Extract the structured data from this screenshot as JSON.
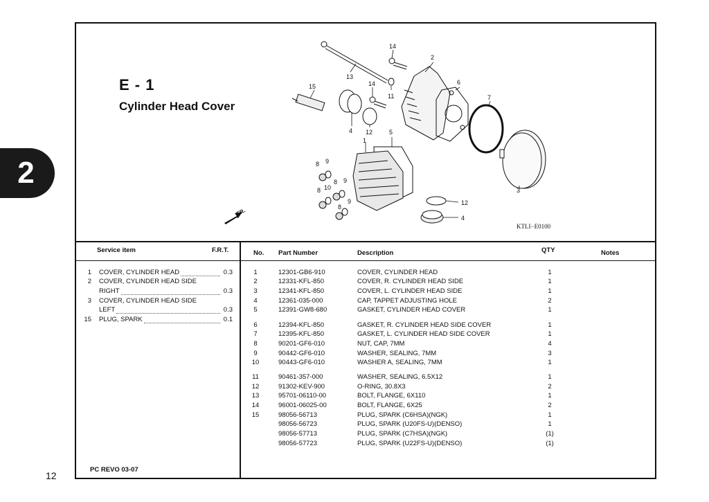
{
  "section_tab": "2",
  "page_number": "12",
  "title": {
    "code": "E - 1",
    "name": "Cylinder Head Cover"
  },
  "diagram": {
    "ref_code": "KTLI−E0100",
    "front_label": "FR.",
    "callouts": [
      "14",
      "2",
      "13",
      "6",
      "7",
      "15",
      "14",
      "11",
      "4",
      "12",
      "5",
      "1",
      "3",
      "8",
      "9",
      "10",
      "8",
      "9",
      "8",
      "9",
      "8",
      "12",
      "4"
    ]
  },
  "service_table": {
    "headers": {
      "item": "Service item",
      "frt": "F.R.T."
    },
    "rows": [
      {
        "no": "1",
        "desc": "COVER, CYLINDER HEAD",
        "frt": "0.3"
      },
      {
        "no": "2",
        "desc": "COVER, CYLINDER HEAD SIDE",
        "frt": ""
      },
      {
        "no": "",
        "desc": "RIGHT",
        "frt": "0.3"
      },
      {
        "no": "3",
        "desc": "COVER, CYLINDER HEAD SIDE",
        "frt": ""
      },
      {
        "no": "",
        "desc": "LEFT",
        "frt": "0.3"
      },
      {
        "no": "15",
        "desc": "PLUG, SPARK",
        "frt": "0.1"
      }
    ]
  },
  "parts_table": {
    "headers": {
      "no": "No.",
      "part_number": "Part Number",
      "description": "Description",
      "qty": "QTY",
      "notes": "Notes"
    },
    "rows": [
      {
        "no": "1",
        "part": "12301-GB6-910",
        "desc": "COVER, CYLINDER HEAD",
        "qty": "1"
      },
      {
        "no": "2",
        "part": "12331-KFL-850",
        "desc": "COVER, R. CYLINDER HEAD SIDE",
        "qty": "1"
      },
      {
        "no": "3",
        "part": "12341-KFL-850",
        "desc": "COVER, L. CYLINDER HEAD SIDE",
        "qty": "1"
      },
      {
        "no": "4",
        "part": "12361-035-000",
        "desc": "CAP, TAPPET ADJUSTING HOLE",
        "qty": "2"
      },
      {
        "no": "5",
        "part": "12391-GW8-680",
        "desc": "GASKET, CYLINDER HEAD COVER",
        "qty": "1"
      },
      {
        "no": "6",
        "part": "12394-KFL-850",
        "desc": "GASKET, R. CYLINDER HEAD SIDE COVER",
        "qty": "1"
      },
      {
        "no": "7",
        "part": "12395-KFL-850",
        "desc": "GASKET, L. CYLINDER HEAD SIDE  COVER",
        "qty": "1"
      },
      {
        "no": "8",
        "part": "90201-GF6-010",
        "desc": "NUT, CAP, 7MM",
        "qty": "4"
      },
      {
        "no": "9",
        "part": "90442-GF6-010",
        "desc": "WASHER, SEALING, 7MM",
        "qty": "3"
      },
      {
        "no": "10",
        "part": "90443-GF6-010",
        "desc": "WASHER A, SEALING, 7MM",
        "qty": "1"
      },
      {
        "no": "11",
        "part": "90461-357-000",
        "desc": "WASHER, SEALING, 6.5X12",
        "qty": "1"
      },
      {
        "no": "12",
        "part": "91302-KEV-900",
        "desc": "O-RING, 30.8X3",
        "qty": "2"
      },
      {
        "no": "13",
        "part": "95701-06110-00",
        "desc": "BOLT, FLANGE, 6X110",
        "qty": "1"
      },
      {
        "no": "14",
        "part": "96001-06025-00",
        "desc": "BOLT, FLANGE, 6X25",
        "qty": "2"
      },
      {
        "no": "15",
        "part": "98056-56713",
        "desc": "PLUG, SPARK (C6HSA)(NGK)",
        "qty": "1"
      },
      {
        "no": "",
        "part": "98056-56723",
        "desc": "PLUG, SPARK (U20FS-U)(DENSO)",
        "qty": "1"
      },
      {
        "no": "",
        "part": "98056-57713",
        "desc": "PLUG, SPARK (C7HSA)(NGK)",
        "qty": "(1)"
      },
      {
        "no": "",
        "part": "98056-57723",
        "desc": "PLUG, SPARK (U22FS-U)(DENSO)",
        "qty": "(1)"
      }
    ]
  },
  "footer": {
    "model": "PC REVO   03-07"
  }
}
